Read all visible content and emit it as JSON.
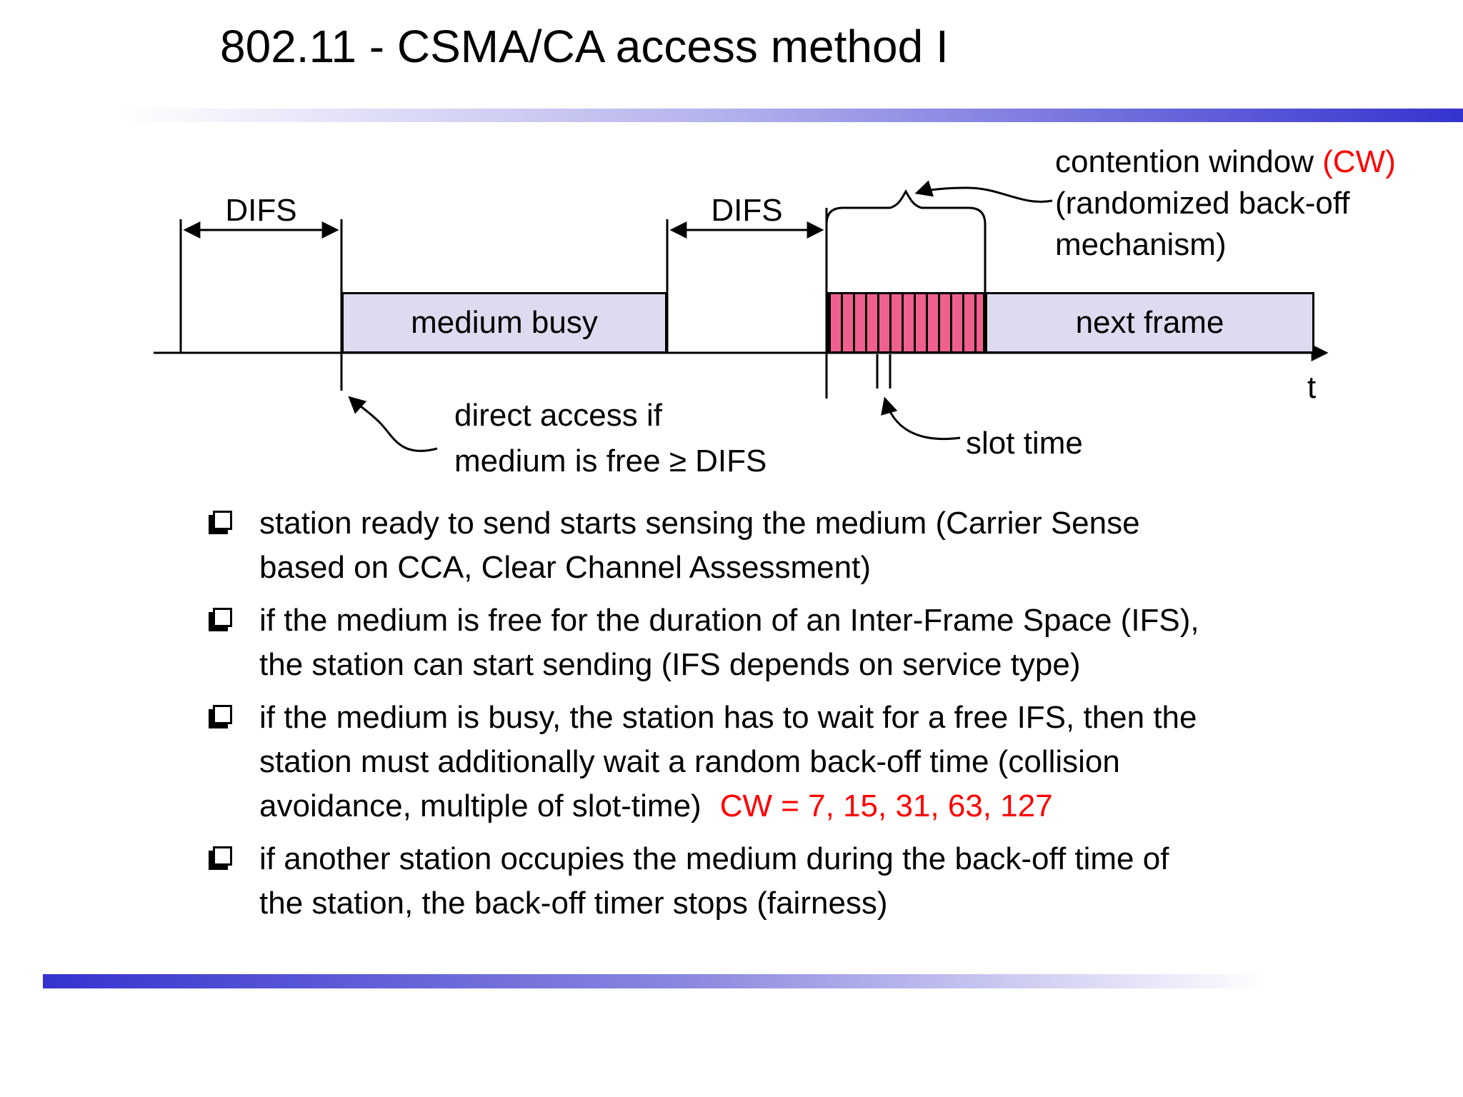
{
  "slide": {
    "title": "802.11 - CSMA/CA access method I",
    "colors": {
      "accent_blue": "#3533cf",
      "frame_fill": "#dcdbf0",
      "contention_fill": "#f0608f",
      "highlight_red": "#ff0000"
    },
    "diagram": {
      "difs_label_1": "DIFS",
      "difs_label_2": "DIFS",
      "medium_busy": "medium busy",
      "next_frame": "next frame",
      "contention_line1_black": "contention window ",
      "contention_line1_red": "(CW)",
      "contention_line2": "(randomized back-off",
      "contention_line3": "mechanism)",
      "direct_access": "direct access if\nmedium is free ≥ DIFS",
      "slot_time": "slot time",
      "t_axis": "t"
    },
    "bullets": [
      {
        "text": "station ready to send starts sensing the medium (Carrier Sense\nbased on CCA, Clear Channel Assessment)"
      },
      {
        "text": "if the medium is free for the duration of an Inter-Frame Space (IFS),\nthe station can start sending (IFS depends on service type)"
      },
      {
        "text": "if the medium is busy, the station has to wait for a free IFS, then the\nstation must additionally wait a random back-off time (collision\navoidance, multiple of slot-time)",
        "highlight": "CW = 7, 15, 31, 63, 127"
      },
      {
        "text": "if another station occupies the medium during the back-off time of\nthe station, the back-off timer stops (fairness)"
      }
    ]
  }
}
